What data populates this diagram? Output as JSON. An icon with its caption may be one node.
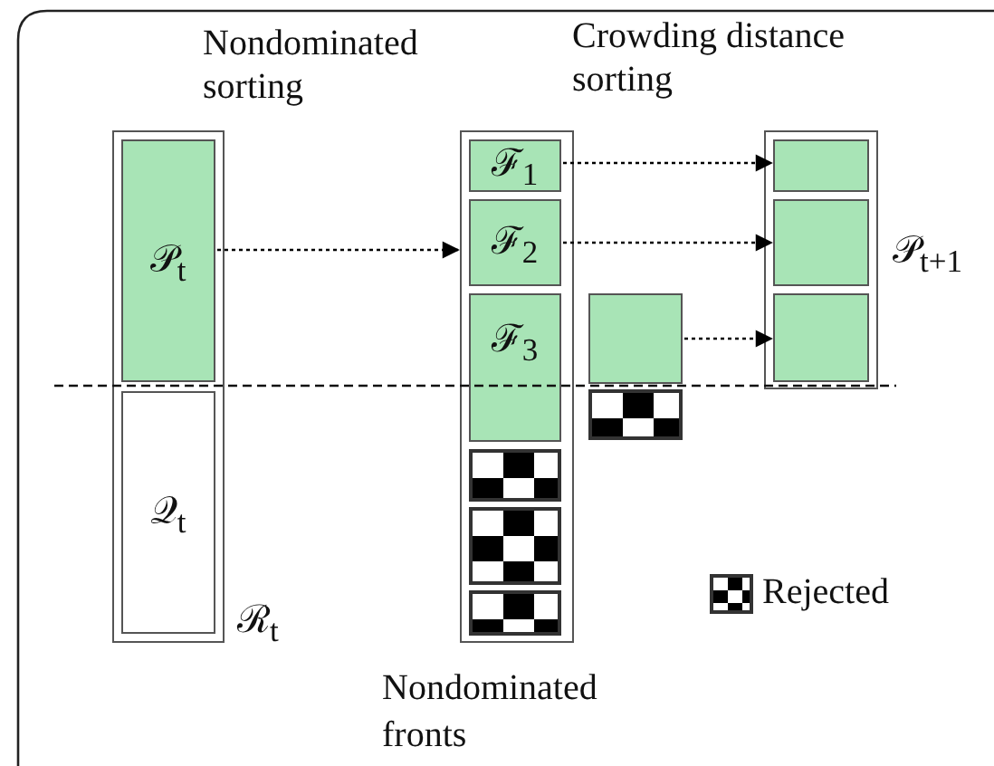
{
  "diagram": {
    "nodes": [
      {
        "text": [
          "ℛ$_{t}$"
        ]
      },
      {
        "text": [
          "𝒫$_{t}$"
        ],
        "in": 0
      },
      {
        "text": [
          "𝒬$_{t}$"
        ],
        "in": 0
      },
      {
        "text": [
          "Nondominated fronts"
        ]
      },
      {
        "text": [
          "ℱ$_{1}$"
        ],
        "in": 3
      },
      {
        "text": [
          "ℱ$_{2}$"
        ],
        "in": 3
      },
      {
        "text": [
          "ℱ$_{3}$"
        ],
        "in": 3
      },
      {
        "text": [],
        "shape": "box",
        "in": 3
      },
      {
        "text": [],
        "shape": "box",
        "in": 3
      },
      {
        "text": [],
        "shape": "box",
        "in": 3
      },
      {
        "text": [],
        "shape": "box"
      },
      {
        "text": [],
        "shape": "box"
      },
      {
        "text": [
          "𝒫$_{t+1}$"
        ]
      },
      {
        "text": [],
        "shape": "box",
        "in": 12
      },
      {
        "text": [],
        "shape": "box",
        "in": 12
      },
      {
        "text": [],
        "shape": "box",
        "in": 12
      }
    ],
    "edges": [
      {
        "from": 1,
        "to": 3,
        "arrow": "to",
        "style": "dashed"
      },
      {
        "from": 4,
        "to": 13,
        "arrow": "to",
        "style": "dashed"
      },
      {
        "from": 5,
        "to": 14,
        "arrow": "to",
        "style": "dashed"
      },
      {
        "from": 10,
        "to": 15,
        "arrow": "to",
        "style": "dashed"
      }
    ],
    "labels": [
      "Nondominated sorting",
      "Crowding distance sorting"
    ],
    "legend": [
      {
        "text": "Rejected"
      }
    ]
  }
}
